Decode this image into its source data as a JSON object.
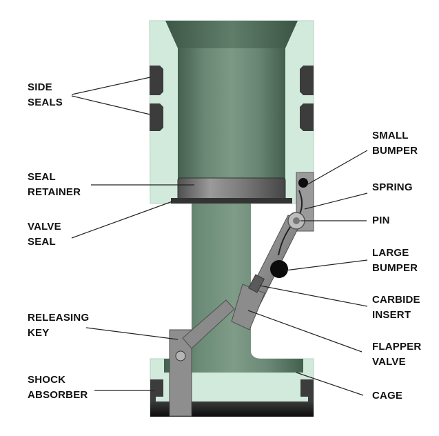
{
  "labels": {
    "side_seals": [
      "SIDE",
      "SEALS"
    ],
    "seal_retainer": [
      "SEAL",
      "RETAINER"
    ],
    "valve_seal": [
      "VALVE",
      "SEAL"
    ],
    "releasing_key": [
      "RELEASING",
      "KEY"
    ],
    "shock_absorber": [
      "SHOCK",
      "ABSORBER"
    ],
    "small_bumper": [
      "SMALL",
      "BUMPER"
    ],
    "spring": [
      "SPRING"
    ],
    "pin": [
      "PIN"
    ],
    "large_bumper": [
      "LARGE",
      "BUMPER"
    ],
    "carbide_insert": [
      "CARBIDE",
      "INSERT"
    ],
    "flapper_valve": [
      "FLAPPER",
      "VALVE"
    ],
    "cage": [
      "CAGE"
    ]
  },
  "colors": {
    "housing": "#d2eadb",
    "housing_edge": "#b3d2bf",
    "bore": "#5f7d6a",
    "metal": "#8a8a8a",
    "dark_rubber": "#111111",
    "leader": "#222222"
  }
}
